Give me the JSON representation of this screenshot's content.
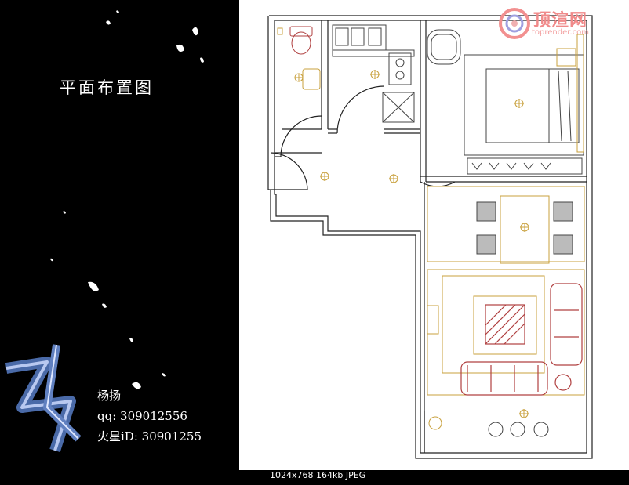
{
  "left_panel": {
    "title": "平面布置图",
    "author": {
      "name": "杨扬",
      "qq": "qq: 309012556",
      "mars_id": "火星iD: 30901255"
    }
  },
  "footer": {
    "image_info": "1024x768 164kb JPEG"
  },
  "watermark": {
    "brand": "顶渲网",
    "url": "toprender.com"
  },
  "colors": {
    "background": "#000000",
    "plan_background": "#ffffff",
    "wall": "#222222",
    "furniture": "#c8a03c",
    "furniture_detail": "#b04040",
    "watermark": "#f08a8a"
  }
}
